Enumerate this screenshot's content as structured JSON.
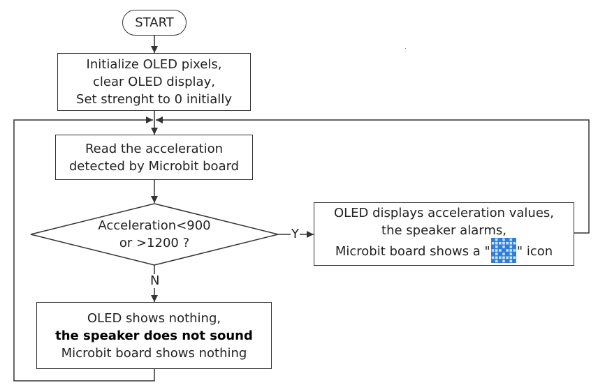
{
  "flowchart": {
    "start": "START",
    "init": [
      "Initialize OLED pixels,",
      "clear OLED display,",
      "Set strenght to 0 initially"
    ],
    "read": [
      "Read the acceleration",
      "detected by Microbit board"
    ],
    "decision": [
      "Acceleration<900",
      "or >1200 ?"
    ],
    "yes_box": {
      "line1": "OLED displays acceleration values,",
      "line2": "the speaker alarms,",
      "line3_before": "Microbit board shows a \"",
      "line3_icon": "microbit-led-pattern-icon",
      "line3_after": "\" icon"
    },
    "no_box": [
      "OLED shows nothing,",
      "the speaker does not sound",
      "Microbit board shows nothing"
    ],
    "yes_label": "Y",
    "no_label": "N"
  },
  "colors": {
    "line": "#333333",
    "text": "#222222",
    "icon_blue": "#2f7fd8",
    "icon_light": "#cfe3fb"
  }
}
